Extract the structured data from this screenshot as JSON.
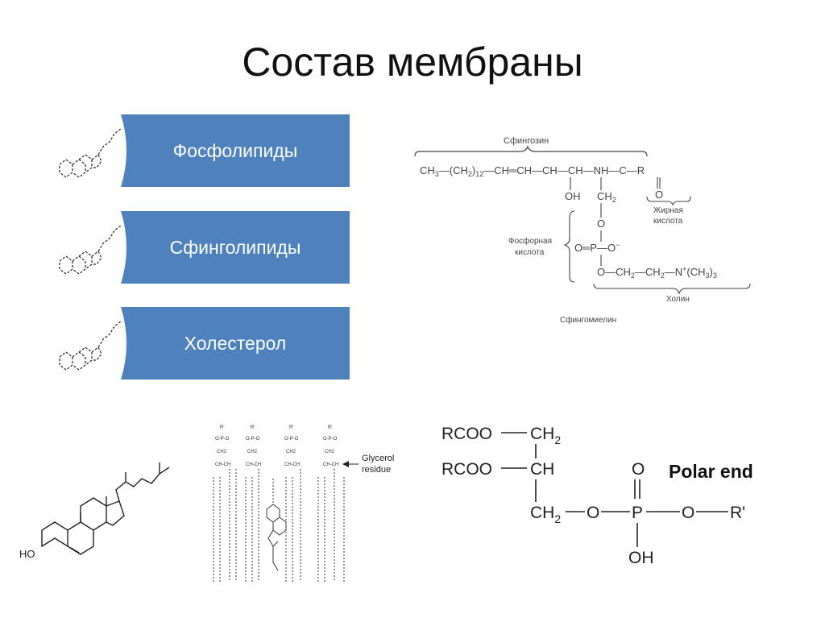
{
  "slide": {
    "title": "Состав мембраны"
  },
  "components": [
    {
      "label": "Фосфолипиды"
    },
    {
      "label": "Сфинголипиды"
    },
    {
      "label": "Холестерол"
    }
  ],
  "sphingomyelin": {
    "sphingosine_label": "Сфингозин",
    "fatty_acid_label_1": "Жирная",
    "fatty_acid_label_2": "кислота",
    "phosphoric_acid_label_1": "Фосфорная",
    "phosphoric_acid_label_2": "кислота",
    "choline_label": "Холин",
    "caption": "Сфингомиелин"
  },
  "cholesterol": {
    "hydroxyl": "HO"
  },
  "membrane": {
    "glycerol_label_1": "Glycerol",
    "glycerol_label_2": "residue"
  },
  "phospholipid": {
    "polar_end": "Polar end",
    "rcoo_1": "RCOO",
    "rcoo_2": "RCOO",
    "ch2_a": "CH",
    "ch": "CH",
    "ch2_b": "CH",
    "o_top": "O",
    "o_left": "O",
    "p": "P",
    "o_right": "O",
    "r_prime": "R'",
    "oh": "OH"
  }
}
